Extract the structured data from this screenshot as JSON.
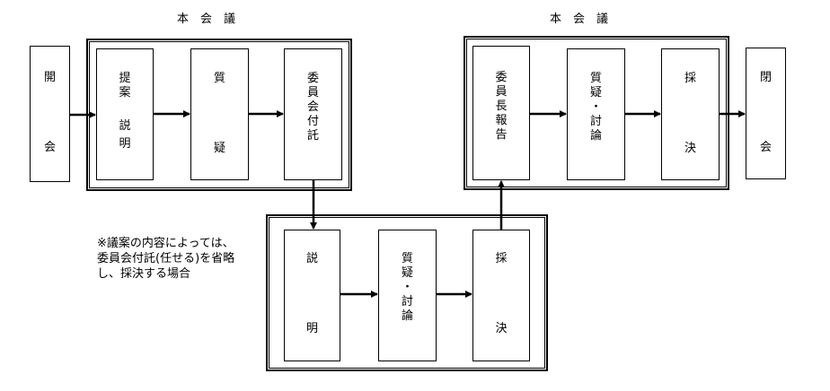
{
  "headings": {
    "left": "本　会　議",
    "right": "本　会　議"
  },
  "boxes": {
    "open": [
      "開",
      "会"
    ],
    "proposal_explanation": [
      "提",
      "案",
      "説",
      "明"
    ],
    "question_1": [
      "質",
      "疑"
    ],
    "committee_referral": [
      "委",
      "員",
      "会",
      "付",
      "託"
    ],
    "committee_report": [
      "委",
      "員",
      "長",
      "報",
      "告"
    ],
    "question_debate_1": [
      "質",
      "疑",
      "・",
      "討",
      "論"
    ],
    "vote_1": [
      "採",
      "決"
    ],
    "close": [
      "閉",
      "会"
    ],
    "explanation": [
      "説",
      "明"
    ],
    "question_debate_2": [
      "質",
      "疑",
      "・",
      "討",
      "論"
    ],
    "vote_2": [
      "採",
      "決"
    ]
  },
  "note": "※議案の内容によっては、委員会付託(任せる)を省略し、採決する場合"
}
